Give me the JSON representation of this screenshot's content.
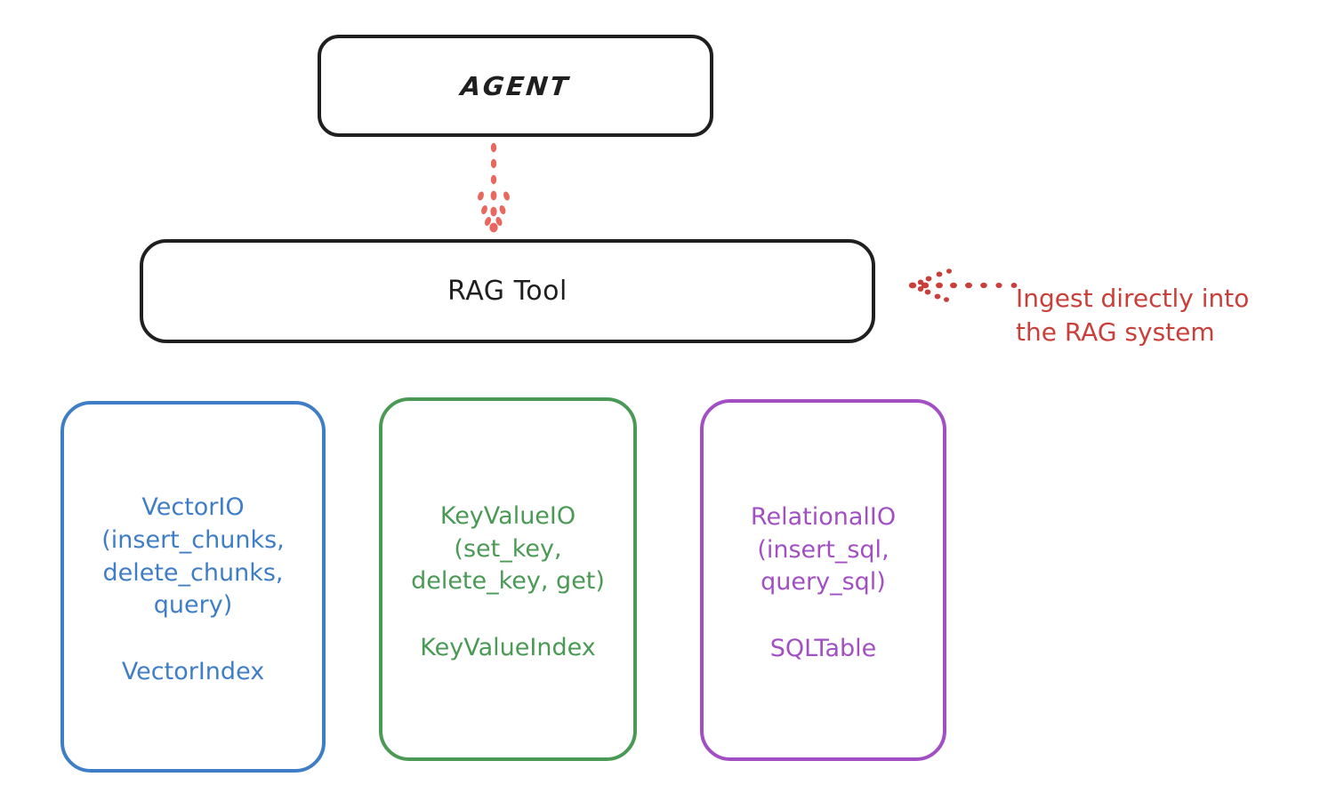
{
  "diagram": {
    "title": "RAG Tool architecture diagram",
    "background": "#ffffff",
    "colors": {
      "black": "#1f1f1f",
      "blue": "#3f7ec6",
      "green": "#4a9a55",
      "purple": "#a24fc4",
      "red": "#c9403a"
    },
    "nodes": {
      "agent": {
        "label": "AGENT",
        "color": "#1f1f1f",
        "shape": "rounded-rectangle"
      },
      "rag_tool": {
        "label": "RAG Tool",
        "color": "#1f1f1f",
        "shape": "rounded-rectangle"
      },
      "vector_io": {
        "api": "VectorIO\n(insert_chunks,\ndelete_chunks,\nquery)",
        "index": "VectorIndex",
        "color": "#3f7ec6",
        "shape": "rounded-rectangle"
      },
      "key_value_io": {
        "api": "KeyValueIO\n(set_key,\ndelete_key, get)",
        "index": "KeyValueIndex",
        "color": "#4a9a55",
        "shape": "rounded-rectangle"
      },
      "relational_io": {
        "api": "RelationalIO\n(insert_sql,\nquery_sql)",
        "index": "SQLTable",
        "color": "#a24fc4",
        "shape": "rounded-rectangle"
      }
    },
    "annotations": {
      "ingest_note": "Ingest directly into\nthe RAG system",
      "ingest_note_color": "#c9403a"
    },
    "edges": [
      {
        "name": "agent-to-rag",
        "from": "agent",
        "to": "rag_tool",
        "style": "dotted",
        "color": "#e8685f",
        "direction": "down"
      },
      {
        "name": "ingest-to-rag",
        "from": "ingest_note",
        "to": "rag_tool",
        "style": "dotted",
        "color": "#c9403a",
        "direction": "left"
      }
    ]
  }
}
